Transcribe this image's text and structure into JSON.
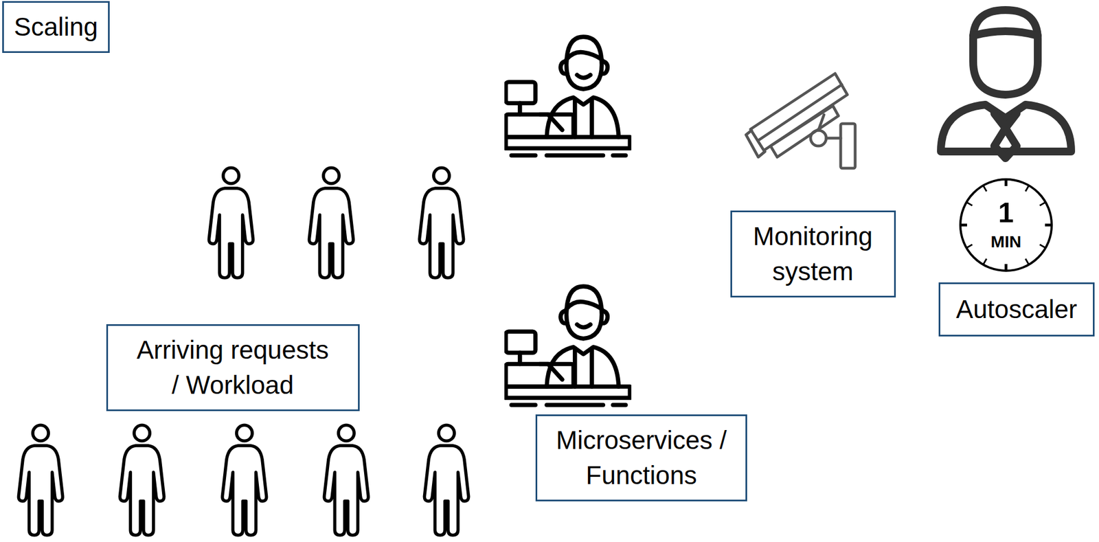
{
  "diagram": {
    "title": "Scaling",
    "nodes": [
      {
        "text": [
          "Arriving requests / Workload"
        ]
      },
      {
        "text": [
          "Microservices / Functions"
        ]
      },
      {
        "text": [
          "Monitoring system"
        ]
      },
      {
        "text": [
          "Autoscaler"
        ]
      }
    ],
    "labels": [
      "1",
      "MIN"
    ]
  }
}
